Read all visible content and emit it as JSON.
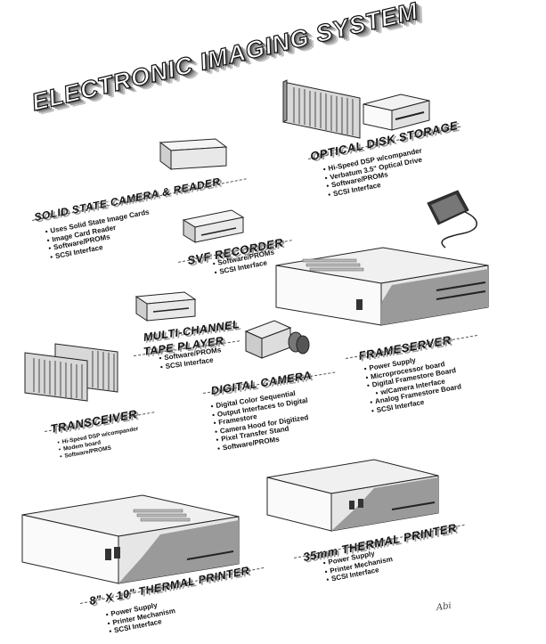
{
  "title": "ELECTRONIC IMAGING SYSTEM",
  "components": {
    "optical_disk": {
      "label": "OPTICAL DISK STORAGE",
      "items": [
        "Hi-Speed DSP w/compander",
        "Verbatum 3.5\" Optical Drive",
        "Software/PROMs",
        "SCSI Interface"
      ]
    },
    "solid_state": {
      "label": "SOLID STATE CAMERA & READER",
      "items": [
        "Uses Solid State Image Cards",
        "Image Card Reader",
        "Software/PROMs",
        "SCSI Interface"
      ]
    },
    "svf_recorder": {
      "label": "SVF RECORDER",
      "items": [
        "Software/PROMs",
        "SCSI Interface"
      ]
    },
    "multi_channel": {
      "label_line1": "MULTI-CHANNEL",
      "label_line2": "TAPE PLAYER",
      "items": [
        "Software/PROMs",
        "SCSI Interface"
      ]
    },
    "frameserver": {
      "label": "FRAMESERVER",
      "items": [
        "Power Supply",
        "Microprocessor board",
        "Digital Framestore Board",
        "w/Camera Interface",
        "Analog Framestore Board",
        "SCSI Interface"
      ]
    },
    "digital_camera": {
      "label": "DIGITAL CAMERA",
      "items": [
        "Digital Color Sequential",
        "Output Interfaces to Digital",
        "Framestore",
        "Camera Hood for Digitized",
        "Pixel Transfer Stand",
        "Software/PROMs"
      ]
    },
    "transceiver": {
      "label": "TRANSCEIVER",
      "items": [
        "Hi-Speed DSP w/compander",
        "Modem board",
        "Software/PROMS"
      ]
    },
    "thermal_35mm": {
      "label": "35mm THERMAL PRINTER",
      "items": [
        "Power Supply",
        "Printer Mechanism",
        "SCSI Interface"
      ]
    },
    "thermal_8x10": {
      "label": "8\" X 10\" THERMAL PRINTER",
      "items": [
        "Power Supply",
        "Printer Mechanism",
        "SCSI Interface"
      ]
    }
  },
  "signature": "Abi"
}
